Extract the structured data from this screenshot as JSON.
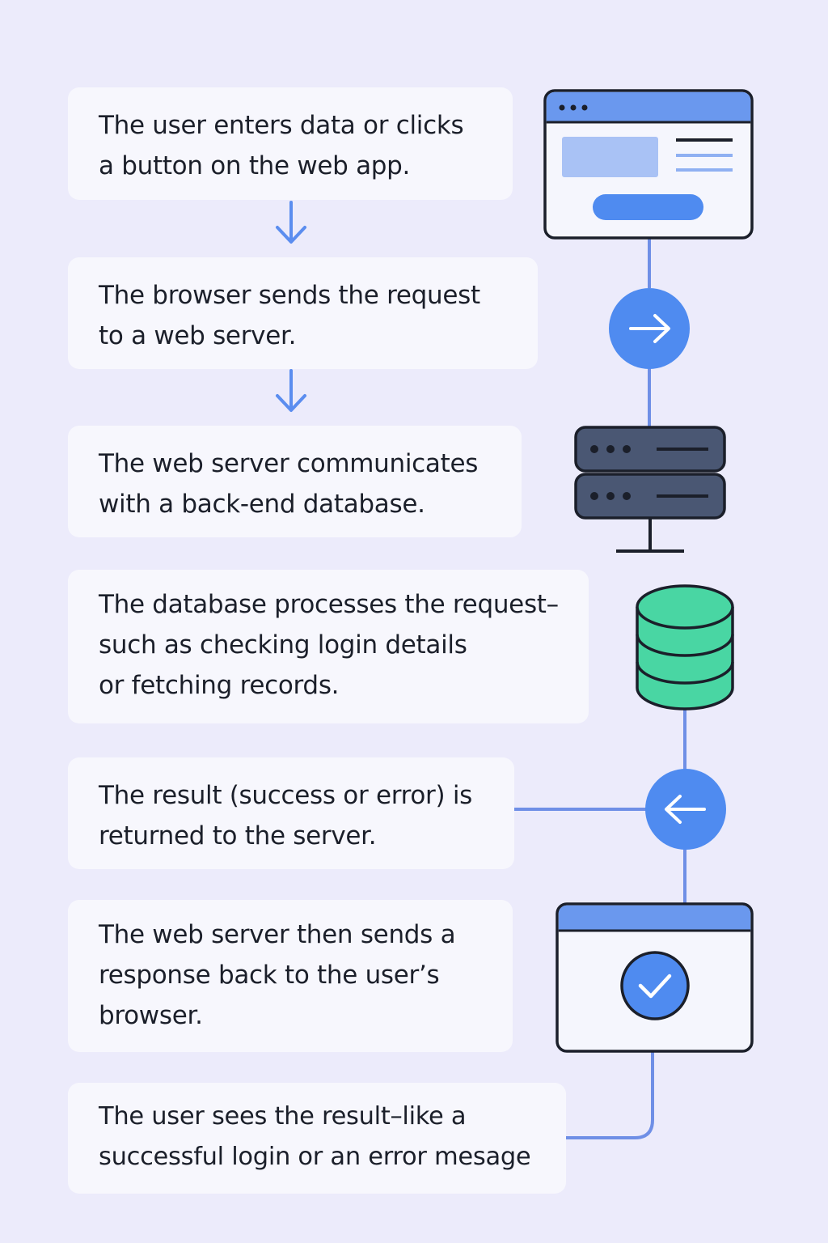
{
  "steps": [
    {
      "lines": [
        "The user enters data or clicks",
        "a button on the web app."
      ]
    },
    {
      "lines": [
        "The browser sends the request",
        "to a web server."
      ]
    },
    {
      "lines": [
        "The web server communicates",
        "with a back-end database."
      ]
    },
    {
      "lines": [
        "The database processes the request–",
        "such as checking login details",
        "or fetching records."
      ]
    },
    {
      "lines": [
        "The result (success or error) is",
        "returned to the server."
      ]
    },
    {
      "lines": [
        "The web server then sends a",
        "response back to the user’s",
        "browser."
      ]
    },
    {
      "lines": [
        "The user sees the result–like a",
        "successful login or an error mesage"
      ]
    }
  ],
  "icons": {
    "step1": "web-app-window-icon",
    "step2": "arrow-right-icon",
    "step3": "server-rack-icon",
    "step4": "database-icon",
    "step5": "arrow-left-icon",
    "step6": "success-window-icon"
  },
  "colors": {
    "background": "#ecebfb",
    "card": "#f7f7fd",
    "accent_blue": "#5b8def",
    "connector": "#6f8fe6",
    "server": "#4a5773",
    "database": "#49d6a3",
    "outline": "#1b1f2a"
  }
}
